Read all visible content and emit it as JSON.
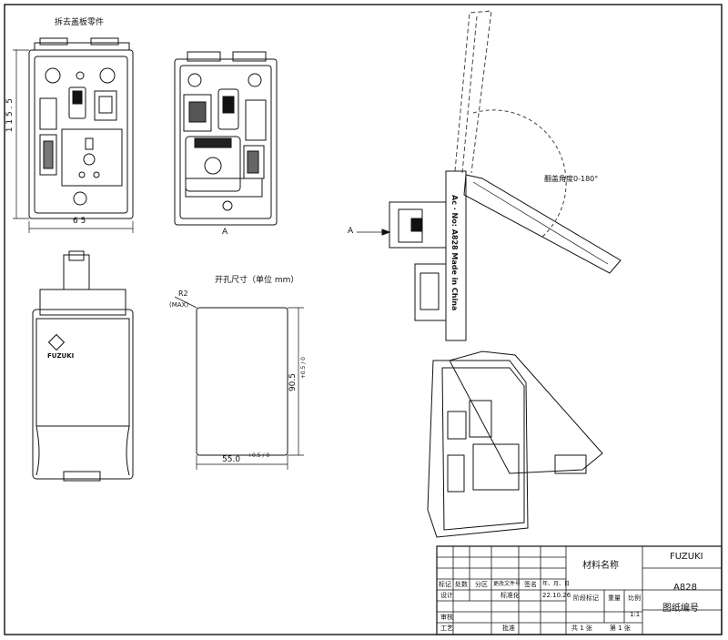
{
  "drawing": {
    "remove_cover_parts": "拆去盖板零件",
    "dim_height": "1 1 5 . 5",
    "dim_width": "6 5",
    "view_a_label": "A",
    "arrow_a_label": "A",
    "flip_angle": "翻盖角度0-180°",
    "side_text": "Ac · No: A828 Made in China",
    "cutout_title": "开孔尺寸（单位 mm）",
    "radius_note": "R2",
    "radius_max": "(MAX)",
    "cutout_width": "55.0",
    "cutout_width_tol": "+0.5 / 0",
    "cutout_height": "90.5",
    "cutout_height_tol": "+0.5 / 0",
    "brand_on_part": "FUZUKI"
  },
  "title_block": {
    "material_name": "材料名称",
    "company": "FUZUKI",
    "part_number": "A828",
    "drawing_no_label": "图纸编号",
    "row1": [
      "标记",
      "处数",
      "分区",
      "更改文件号",
      "签名",
      "年、月、日"
    ],
    "design": "设计",
    "standardize": "标准化",
    "date": "22.10.26",
    "stage_mark": "阶段标记",
    "weight": "重量",
    "scale": "比例",
    "scale_value": "1:1",
    "review": "审核",
    "process": "工艺",
    "approve": "批准",
    "sheets": "共 1 张",
    "sheet_no": "第 1 张"
  },
  "colors": {
    "line": "#111111",
    "hidden": "#444444"
  }
}
